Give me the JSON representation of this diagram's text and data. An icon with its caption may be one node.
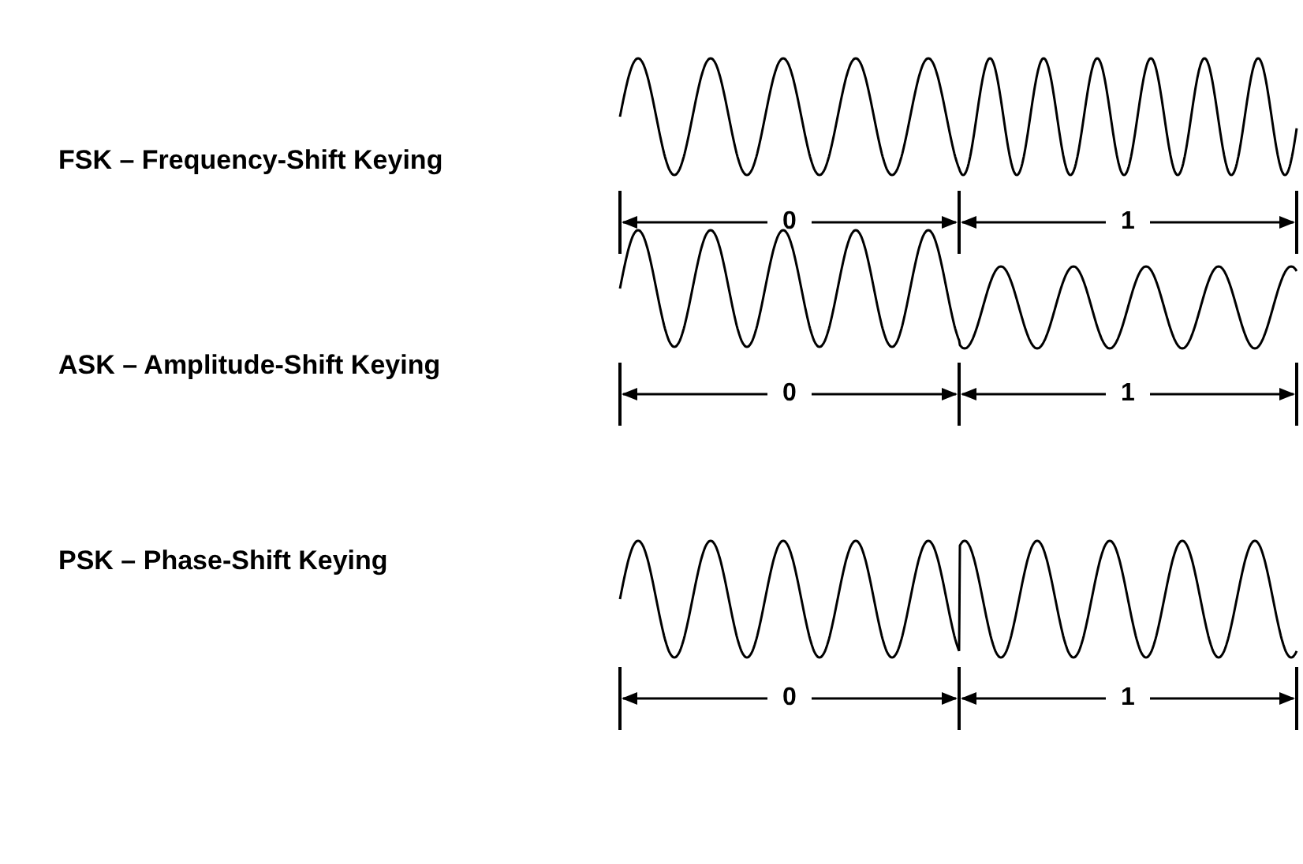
{
  "diagram": {
    "labels": [
      "FSK – Frequency-Shift Keying",
      "0",
      "1",
      "ASK – Amplitude-Shift Keying",
      "0",
      "1",
      "PSK – Phase-Shift Keying",
      "0",
      "1"
    ]
  }
}
